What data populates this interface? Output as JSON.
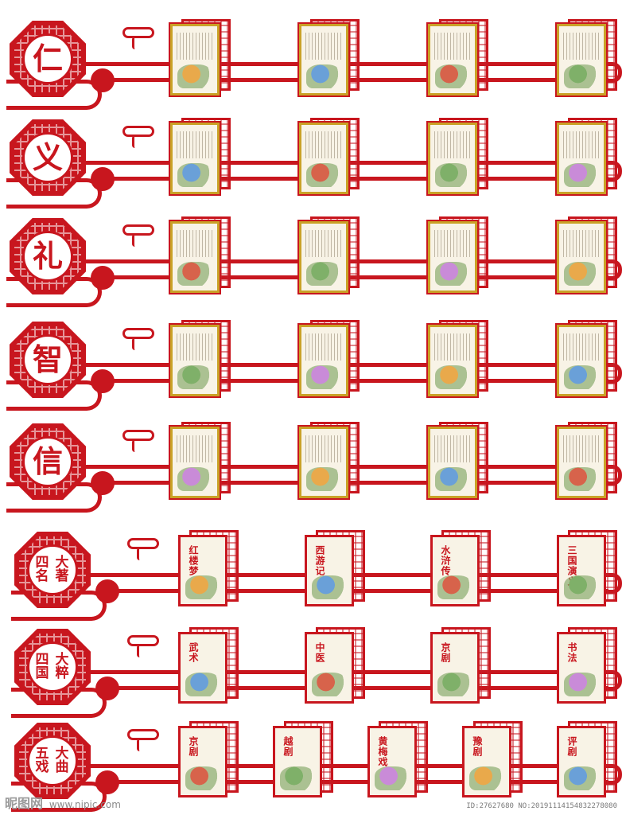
{
  "colors": {
    "red": "#c8161e",
    "gold": "#c9a227",
    "paper": "#f8f3e6"
  },
  "rows": [
    {
      "chars": [
        "仁"
      ],
      "panels": 4
    },
    {
      "chars": [
        "义"
      ],
      "panels": 4
    },
    {
      "chars": [
        "礼"
      ],
      "panels": 4
    },
    {
      "chars": [
        "智"
      ],
      "panels": 4
    },
    {
      "chars": [
        "信"
      ],
      "panels": 4
    },
    {
      "chars": [
        "四",
        "大",
        "名",
        "著"
      ],
      "panels": 4,
      "titles": [
        "红楼梦",
        "西游记",
        "水浒传",
        "三国演义"
      ]
    },
    {
      "chars": [
        "四",
        "大",
        "国",
        "粹"
      ],
      "panels": 4,
      "titles": [
        "武术",
        "中医",
        "京剧",
        "书法"
      ]
    },
    {
      "chars": [
        "五",
        "大",
        "戏",
        "曲"
      ],
      "panels": 5,
      "titles": [
        "京剧",
        "越剧",
        "黄梅戏",
        "豫剧",
        "评剧"
      ]
    }
  ],
  "watermark": {
    "logo": "昵图网",
    "site": "www.nipic.com",
    "id": "ID:27627680 NO:20191114154832278080"
  }
}
